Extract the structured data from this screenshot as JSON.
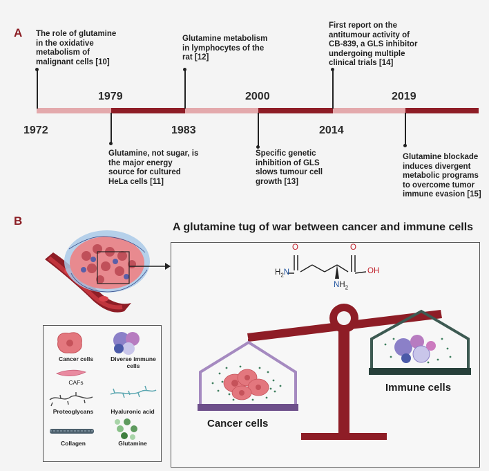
{
  "panelA": {
    "label": "A",
    "years": [
      "1972",
      "1979",
      "1983",
      "2000",
      "2014",
      "2019"
    ],
    "events_above": [
      {
        "lines": [
          "The role of glutamine",
          "in the oxidative",
          "metabolism of",
          "malignant cells [10]"
        ]
      },
      {
        "lines": [
          "Glutamine metabolism",
          "in lymphocytes of the",
          "rat [12]"
        ]
      },
      {
        "lines": [
          "First report on the",
          "antitumour activity of",
          "CB-839, a GLS inhibitor",
          "undergoing multiple",
          "clinical trials [14]"
        ]
      }
    ],
    "events_below": [
      {
        "lines": [
          "Glutamine, not sugar, is",
          "the major energy",
          "source for cultured",
          "HeLa cells [11]"
        ]
      },
      {
        "lines": [
          "Specific genetic",
          "inhibition of  GLS",
          "slows tumour cell",
          "growth [13]"
        ]
      },
      {
        "lines": [
          "Glutamine blockade",
          "induces divergent",
          "metabolic programs",
          "to overcome tumor",
          "immune evasion [15]"
        ]
      }
    ],
    "colors": {
      "light": "#e3a9ac",
      "dark": "#8e1d26"
    }
  },
  "panelB": {
    "label": "B",
    "title": "A glutamine tug of war between cancer and immune cells",
    "legend": {
      "items": [
        {
          "label": "Cancer cells",
          "icon": "cancer-cell-icon"
        },
        {
          "label": "Diverse immune cells",
          "icon": "immune-cells-icon"
        },
        {
          "label": "CAFs",
          "icon": "caf-icon"
        },
        {
          "label": "Proteoglycans",
          "icon": "proteoglycan-icon"
        },
        {
          "label": "Hyaluronic acid",
          "icon": "hyaluronic-acid-icon"
        },
        {
          "label": "Collagen",
          "icon": "collagen-icon"
        },
        {
          "label": "Glutamine",
          "icon": "glutamine-icon"
        }
      ]
    },
    "molecule": {
      "o1": "O",
      "o2": "O",
      "oh": "OH",
      "h2n_h": "H",
      "h2n_sub": "2",
      "h2n_n": "N",
      "nh2_n": "N",
      "nh2_h": "H",
      "nh2_sub": "2"
    },
    "scale": {
      "left_label": "Cancer cells",
      "right_label": "Immune cells"
    }
  }
}
